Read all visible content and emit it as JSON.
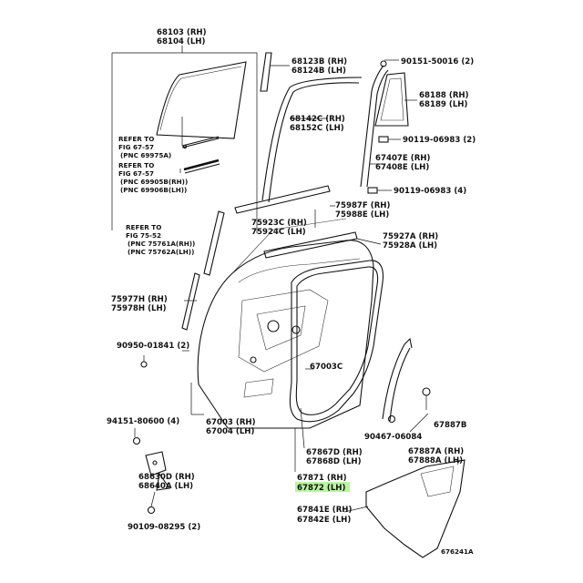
{
  "labels": {
    "glass_rh": "68103 (RH)",
    "glass_lh": "68104 (LH)",
    "ref1_a": "REFER TO",
    "ref1_b": "FIG 67-57",
    "ref1_c": "(PNC 69975A)",
    "ref2_a": "REFER TO",
    "ref2_b": "FIG 67-57",
    "ref2_c": "(PNC 69905B(RH))",
    "ref2_d": "(PNC 69906B(LH))",
    "ref3_a": "REFER TO",
    "ref3_b": "FIG 75-52",
    "ref3_c": "(PNC 75761A(RH))",
    "ref3_d": "(PNC 75762A(LH))",
    "p68123b": "68123B (RH)",
    "p68124b": "68124B (LH)",
    "p90151": "90151-50016 (2)",
    "p68188": "68188 (RH)",
    "p68189": "68189 (LH)",
    "p68142c": "68142C (RH)",
    "p68152c": "68152C (LH)",
    "p90119a": "90119-06983 (2)",
    "p67407e": "67407E (RH)",
    "p67408e": "67408E (LH)",
    "p90119b": "90119-06983 (4)",
    "p75987f": "75987F (RH)",
    "p75988e": "75988E (LH)",
    "p75923c": "75923C (RH)",
    "p75924c": "75924C (LH)",
    "p75927a": "75927A (RH)",
    "p75928a": "75928A (LH)",
    "p75977h": "75977H (RH)",
    "p75978h": "75978H (LH)",
    "p90950": "90950-01841 (2)",
    "p67003c": "67003C",
    "p94151": "94151-80600 (4)",
    "p67003": "67003 (RH)",
    "p67004": "67004 (LH)",
    "p67887b": "67887B",
    "p90467": "90467-06084",
    "p67867d": "67867D (RH)",
    "p67868d": "67868D (LH)",
    "p67887a": "67887A (RH)",
    "p67888a": "67888A (LH)",
    "p68630d": "68630D (RH)",
    "p68640a": "68640A (LH)",
    "p67871": "67871 (RH)",
    "p67872": "67872 (LH)",
    "p67841e": "67841E (RH)",
    "p67842e": "67842E (LH)",
    "p90109": "90109-08295 (2)",
    "code": "676241A"
  }
}
